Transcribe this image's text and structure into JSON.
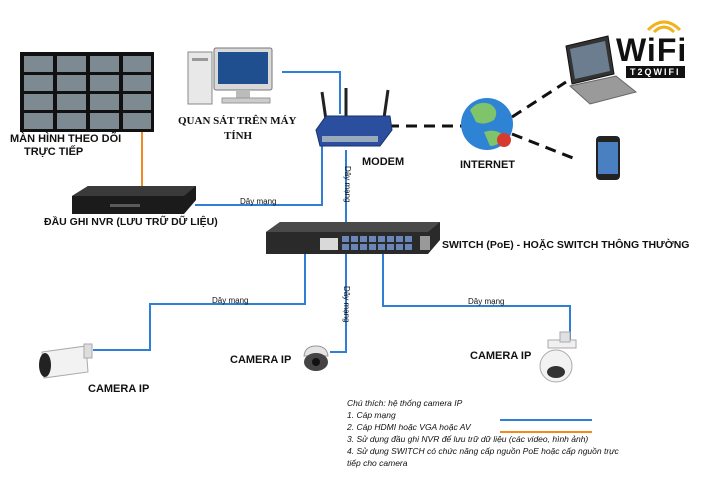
{
  "labels": {
    "monitor": [
      "MÀN HÌNH THEO DÕI",
      "TRỰC TIẾP"
    ],
    "pc": [
      "QUAN SÁT TRÊN MÁY",
      "TÍNH"
    ],
    "modem": "MODEM",
    "internet": "INTERNET",
    "nvr": "ĐẦU GHI NVR (LƯU TRỮ DỮ LIỆU)",
    "switch": "SWITCH (PoE)  - HOẶC SWITCH THÔNG THƯỜNG",
    "camera_left": "CAMERA IP",
    "camera_mid": "CAMERA IP",
    "camera_right": "CAMERA IP",
    "cable_nvr": "Dây mạng",
    "cable_modem": "Dây mạng",
    "cable_left": "Dây mạng",
    "cable_mid": "Dây mạng",
    "cable_right": "Dây mạng"
  },
  "brand": {
    "name": "WiFi",
    "sub": "T2QWIFI"
  },
  "legend": {
    "title": "Chú thích: hệ thống camera IP",
    "items": [
      "1. Cáp mạng",
      "2. Cáp HDMI hoặc VGA hoặc AV",
      "3. Sử dụng đầu ghi NVR để lưu trữ dữ liệu (các video, hình ảnh)",
      "4. Sử dụng SWITCH có chức năng cấp nguồn PoE hoặc cấp nguồn trực",
      "tiếp cho camera"
    ]
  },
  "colors": {
    "network_cable": "#2f7fd6",
    "hdmi_cable": "#f08a24",
    "internet_link": "#111111"
  }
}
